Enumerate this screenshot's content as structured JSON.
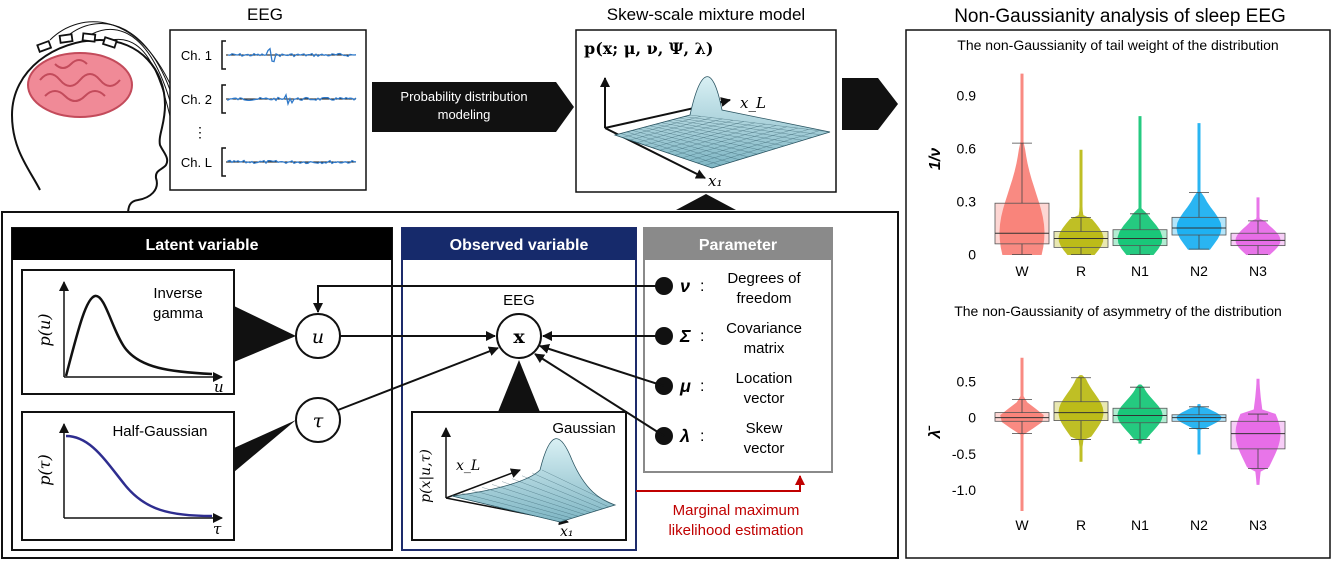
{
  "eeg": {
    "title": "EEG",
    "channels": [
      "Ch. 1",
      "Ch. 2",
      "Ch. L"
    ],
    "ellipsis": "⋮"
  },
  "arrow_label": {
    "line1": "Probability distribution",
    "line2": "modeling"
  },
  "mixture": {
    "title": "Skew-scale mixture model",
    "formula": "p(x; μ, ν, Ψ, λ)",
    "axis_x1": "x₁",
    "axis_xL": "x_L"
  },
  "graphical_model": {
    "latent_header": "Latent variable",
    "observed_header": "Observed variable",
    "parameter_header": "Parameter",
    "inverse_gamma": {
      "line1": "Inverse",
      "line2": "gamma",
      "ylabel": "p(u)",
      "xlabel": "u"
    },
    "half_gaussian": {
      "label": "Half-Gaussian",
      "ylabel": "p(τ)",
      "xlabel": "τ"
    },
    "node_u": "u",
    "node_tau": "τ",
    "node_x": "x",
    "eeg_label": "EEG",
    "gaussian": {
      "label": "Gaussian",
      "ylabel": "p(x|u,τ)",
      "axis_xL": "x_L",
      "axis_x1": "x₁"
    },
    "parameters": [
      {
        "symbol": "ν",
        "line1": "Degrees of",
        "line2": "freedom"
      },
      {
        "symbol": "Σ",
        "line1": "Covariance",
        "line2": "matrix"
      },
      {
        "symbol": "μ",
        "line1": "Location",
        "line2": "vector"
      },
      {
        "symbol": "λ",
        "line1": "Skew",
        "line2": "vector"
      }
    ],
    "estimation": {
      "line1": "Marginal maximum",
      "line2": "likelihood estimation"
    }
  },
  "analysis": {
    "title": "Non-Gaussianity analysis of sleep EEG",
    "colors": {
      "W": "#f8766d",
      "R": "#b5b400",
      "N1": "#00c16a",
      "N2": "#06a9f0",
      "N3": "#e55ee6"
    },
    "chart_data": [
      {
        "type": "violin",
        "title": "The non-Gaussianity of tail weight of the distribution",
        "ylabel": "1/ν",
        "categories": [
          "W",
          "R",
          "N1",
          "N2",
          "N3"
        ],
        "yticks": [
          "0",
          "0.3",
          "0.6",
          "0.9"
        ],
        "ylim": [
          -0.02,
          1.1
        ],
        "box": [
          {
            "min": 0.0,
            "q1": 0.06,
            "median": 0.12,
            "q3": 0.29,
            "max": 0.63,
            "top": 1.02
          },
          {
            "min": 0.0,
            "q1": 0.04,
            "median": 0.09,
            "q3": 0.13,
            "max": 0.21,
            "top": 0.59
          },
          {
            "min": 0.0,
            "q1": 0.05,
            "median": 0.09,
            "q3": 0.14,
            "max": 0.23,
            "top": 0.78
          },
          {
            "min": 0.03,
            "q1": 0.11,
            "median": 0.15,
            "q3": 0.21,
            "max": 0.35,
            "top": 0.74
          },
          {
            "min": 0.0,
            "q1": 0.05,
            "median": 0.08,
            "q3": 0.12,
            "max": 0.19,
            "top": 0.32
          }
        ]
      },
      {
        "type": "violin",
        "title": "The non-Gaussianity of asymmetry of the distribution",
        "ylabel": "λ̄",
        "categories": [
          "W",
          "R",
          "N1",
          "N2",
          "N3"
        ],
        "yticks": [
          "0.5",
          "0",
          "-0.5",
          "-1.0"
        ],
        "ylim": [
          -1.3,
          0.85
        ],
        "box": [
          {
            "min": -0.22,
            "q1": -0.05,
            "median": 0.0,
            "q3": 0.07,
            "max": 0.25,
            "bottom": -1.28,
            "top": 0.82
          },
          {
            "min": -0.3,
            "q1": -0.04,
            "median": 0.07,
            "q3": 0.22,
            "max": 0.55,
            "bottom": -0.6,
            "top": 0.58
          },
          {
            "min": -0.3,
            "q1": -0.07,
            "median": 0.03,
            "q3": 0.13,
            "max": 0.42,
            "bottom": -0.35,
            "top": 0.45
          },
          {
            "min": -0.15,
            "q1": -0.05,
            "median": 0.0,
            "q3": 0.04,
            "max": 0.15,
            "bottom": -0.5,
            "top": 0.18
          },
          {
            "min": -0.7,
            "q1": -0.43,
            "median": -0.22,
            "q3": -0.05,
            "max": 0.05,
            "bottom": -0.92,
            "top": 0.53
          }
        ]
      }
    ]
  }
}
